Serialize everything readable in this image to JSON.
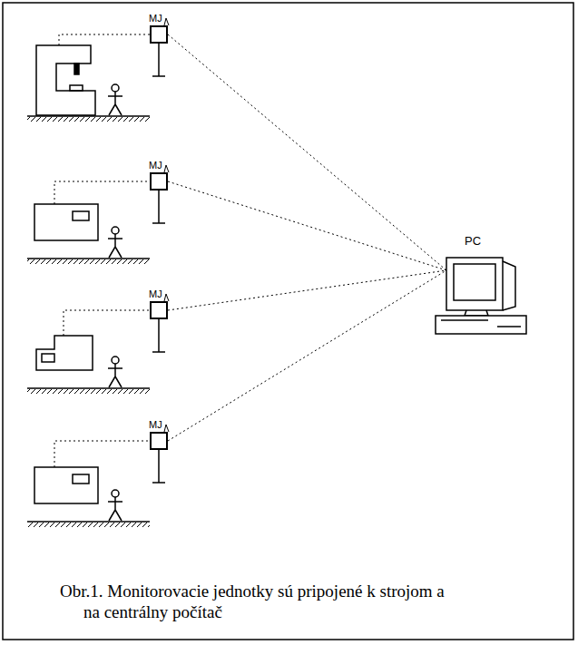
{
  "diagram": {
    "caption": "Obr.1. Monitorovacie jednotky sú pripojené k strojom a na centrálny počítač",
    "nodes": [
      {
        "text": [
          "MJ"
        ]
      },
      {
        "text": [
          "MJ"
        ]
      },
      {
        "text": [
          "MJ"
        ]
      },
      {
        "text": [
          "MJ"
        ]
      },
      {
        "text": [
          "PC"
        ]
      }
    ],
    "edges": [
      {
        "from": 0,
        "to": 4,
        "arrow": "none"
      },
      {
        "from": 1,
        "to": 4,
        "arrow": "none"
      },
      {
        "from": 2,
        "to": 4,
        "arrow": "none"
      },
      {
        "from": 3,
        "to": 4,
        "arrow": "none"
      }
    ]
  }
}
